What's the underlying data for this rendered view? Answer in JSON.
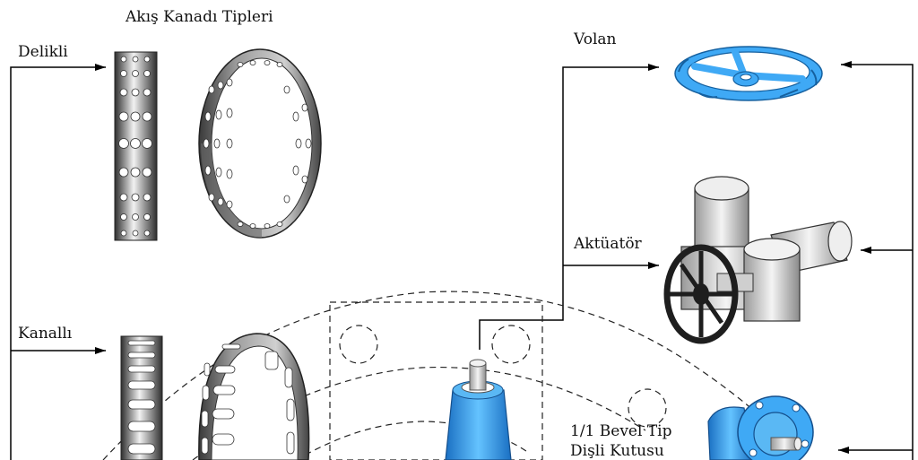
{
  "diagram": {
    "title": "Akış Kanadı Tipleri",
    "labels": {
      "delikli": "Delikli",
      "kanalli": "Kanallı",
      "volan": "Volan",
      "aktuator": "Aktüatör",
      "bevel_line1": "1/1 Bevel Tip",
      "bevel_line2": "Dişli Kutusu"
    },
    "colors": {
      "steel_dark": "#3a3a3a",
      "steel_light": "#e8e8e8",
      "valve_blue": "#3fa9f5",
      "actuator_grey": "#d9d9d9",
      "handwheel_black": "#1e1e1e"
    }
  }
}
